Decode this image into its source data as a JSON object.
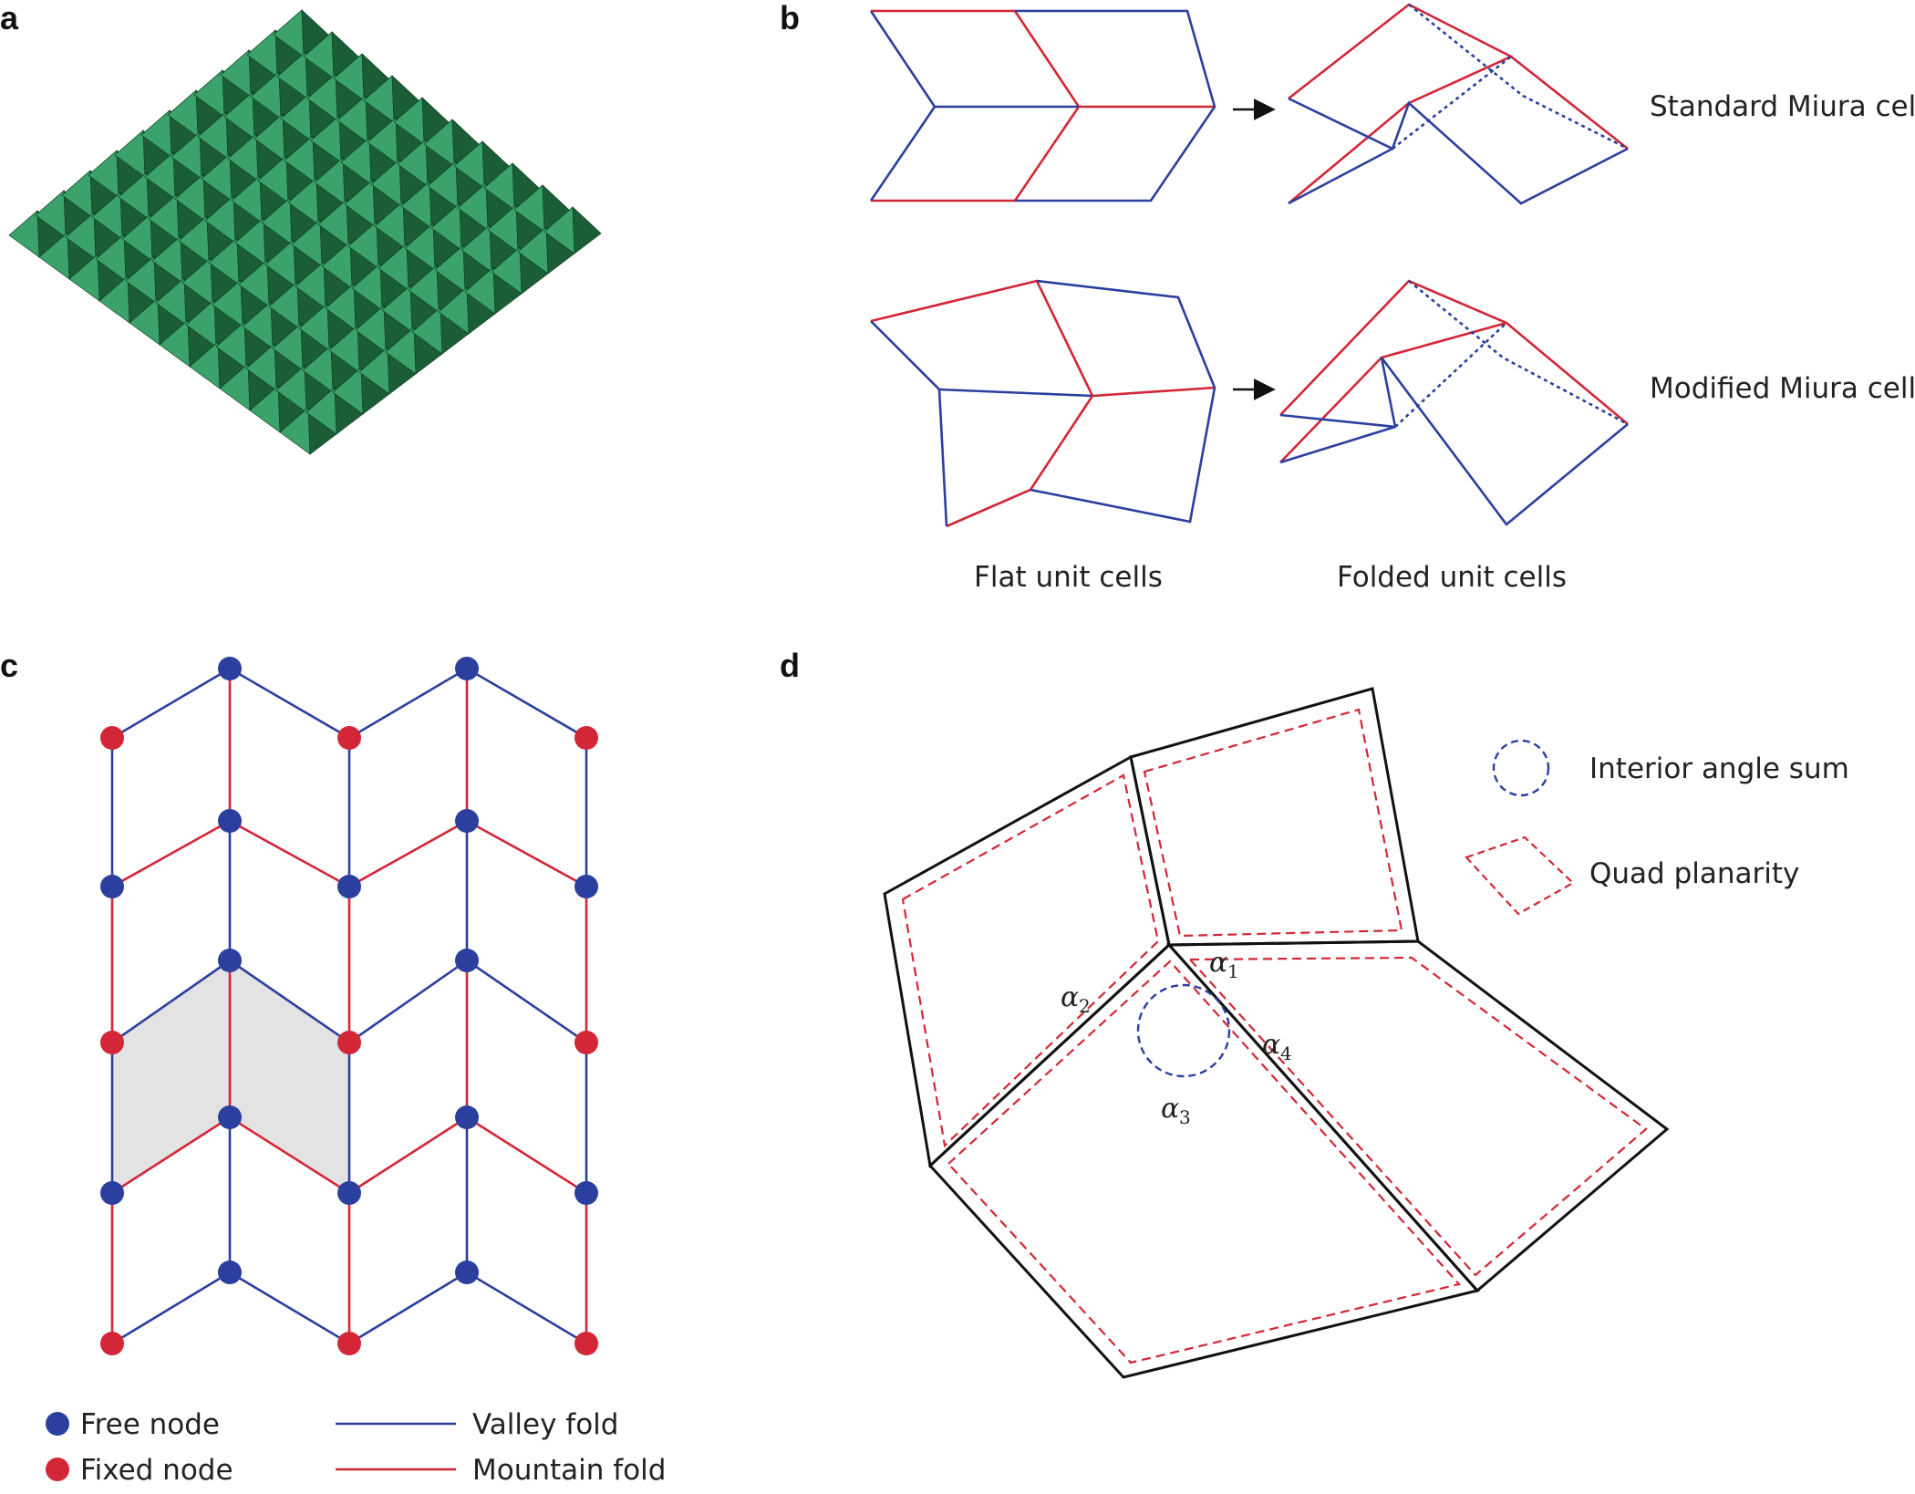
{
  "panels": {
    "a": {
      "label": "a"
    },
    "b": {
      "label": "b",
      "standard_label": "Standard Miura cell",
      "modified_label": "Modified Miura cell",
      "flat_caption": "Flat unit cells",
      "folded_caption": "Folded unit cells"
    },
    "c": {
      "label": "c",
      "legend": {
        "free_node": "Free node",
        "fixed_node": "Fixed node",
        "valley_fold": "Valley fold",
        "mountain_fold": "Mountain fold"
      }
    },
    "d": {
      "label": "d",
      "legend": {
        "interior_angle": "Interior angle sum",
        "quad_planarity": "Quad planarity"
      },
      "angles": [
        {
          "symbol": "α",
          "sub": "1"
        },
        {
          "symbol": "α",
          "sub": "2"
        },
        {
          "symbol": "α",
          "sub": "3"
        },
        {
          "symbol": "α",
          "sub": "4"
        }
      ]
    }
  },
  "colors": {
    "valley": "#2b3f9e",
    "mountain": "#d32636",
    "free_node": "#2b3f9e",
    "fixed_node": "#d32636",
    "shade": "#e3e3e3",
    "sheet_dark": "#1f6b3f",
    "sheet_light": "#79c99a"
  }
}
